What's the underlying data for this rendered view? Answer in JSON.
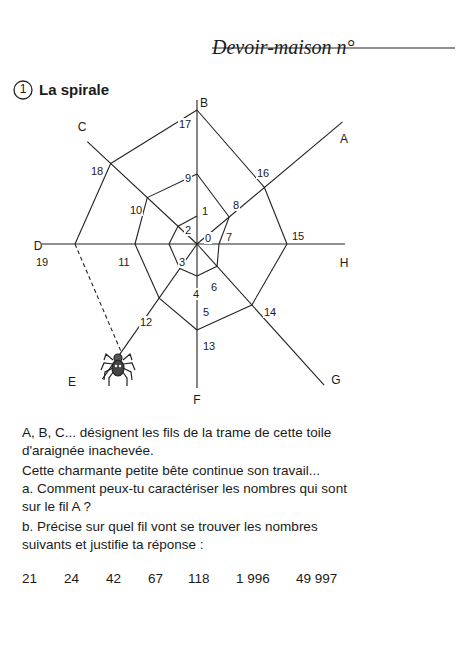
{
  "diagram": {
    "title": "La spirale",
    "labels": [
      "Devoir-maison n°",
      "1",
      "B",
      "C",
      "A",
      "D",
      "H",
      "E",
      "F",
      "G",
      "0",
      "1",
      "2",
      "3",
      "4",
      "5",
      "6",
      "7",
      "8",
      "9",
      "10",
      "11",
      "12",
      "13",
      "14",
      "15",
      "16",
      "17",
      "18",
      "19",
      "A, B, C... désignent les fils de la trame de cette toile d'araignée inachevée.",
      "Cette charmante petite bête continue son travail...",
      "a. Comment peux-tu caractériser les nombres qui sont sur le fil A ?",
      "b. Précise sur quel fil vont se trouver les nombres suivants et justifie ta réponse :",
      "21",
      "24",
      "42",
      "67",
      "118",
      "1 996",
      "49 997"
    ]
  }
}
